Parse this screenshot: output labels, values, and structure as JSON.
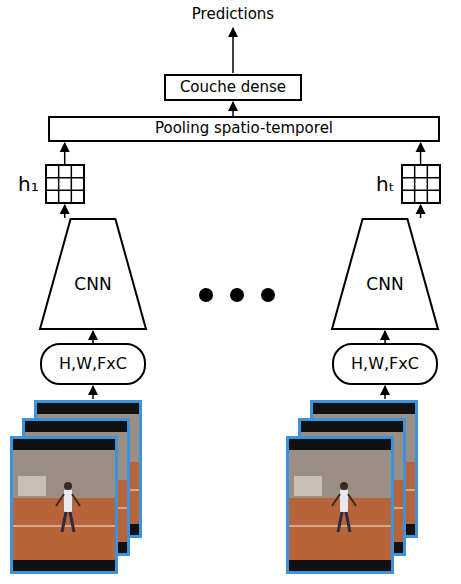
{
  "diagram": {
    "nodes": [
      {
        "text": [
          "Couche dense"
        ]
      },
      {
        "text": [
          "Pooling spatio-temporel"
        ]
      },
      {
        "text": [
          "h₁"
        ]
      },
      {
        "text": [
          "hₜ"
        ]
      },
      {
        "text": [
          "CNN"
        ]
      },
      {
        "text": [
          "CNN"
        ]
      },
      {
        "text": [
          "H,W,FxC"
        ]
      },
      {
        "text": [
          "H,W,FxC"
        ]
      }
    ],
    "edges": [
      {
        "from": 1,
        "to": 0,
        "arrow": "to"
      },
      {
        "from": 2,
        "to": 1,
        "arrow": "to"
      },
      {
        "from": 3,
        "to": 1,
        "arrow": "to"
      },
      {
        "from": 4,
        "to": 2,
        "arrow": "to"
      },
      {
        "from": 5,
        "to": 3,
        "arrow": "to"
      },
      {
        "from": 6,
        "to": 4,
        "arrow": "to"
      },
      {
        "from": 7,
        "to": 5,
        "arrow": "to"
      }
    ],
    "labels": [
      "Predictions"
    ]
  }
}
